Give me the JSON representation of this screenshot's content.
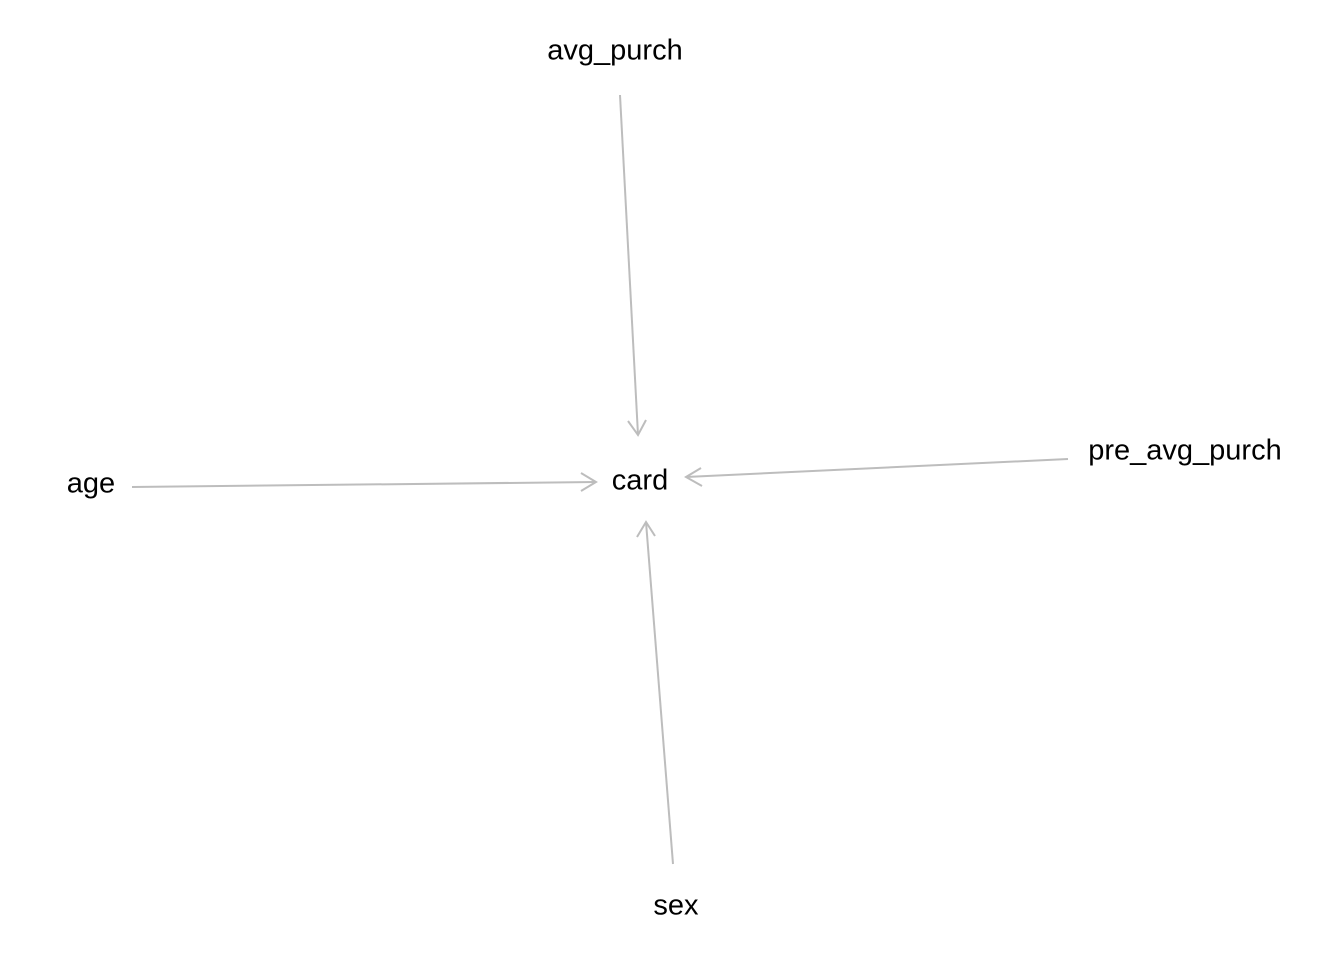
{
  "diagram": {
    "nodes": [
      {
        "id": "avg_purch",
        "label": "avg_purch"
      },
      {
        "id": "age",
        "label": "age"
      },
      {
        "id": "card",
        "label": "card"
      },
      {
        "id": "pre_avg_purch",
        "label": "pre_avg_purch"
      },
      {
        "id": "sex",
        "label": "sex"
      }
    ],
    "edges": [
      {
        "from": "avg_purch",
        "to": "card"
      },
      {
        "from": "age",
        "to": "card"
      },
      {
        "from": "pre_avg_purch",
        "to": "card"
      },
      {
        "from": "sex",
        "to": "card"
      }
    ],
    "edge_color": "#bdbdbd",
    "text_color": "#000000",
    "background": "#ffffff"
  }
}
